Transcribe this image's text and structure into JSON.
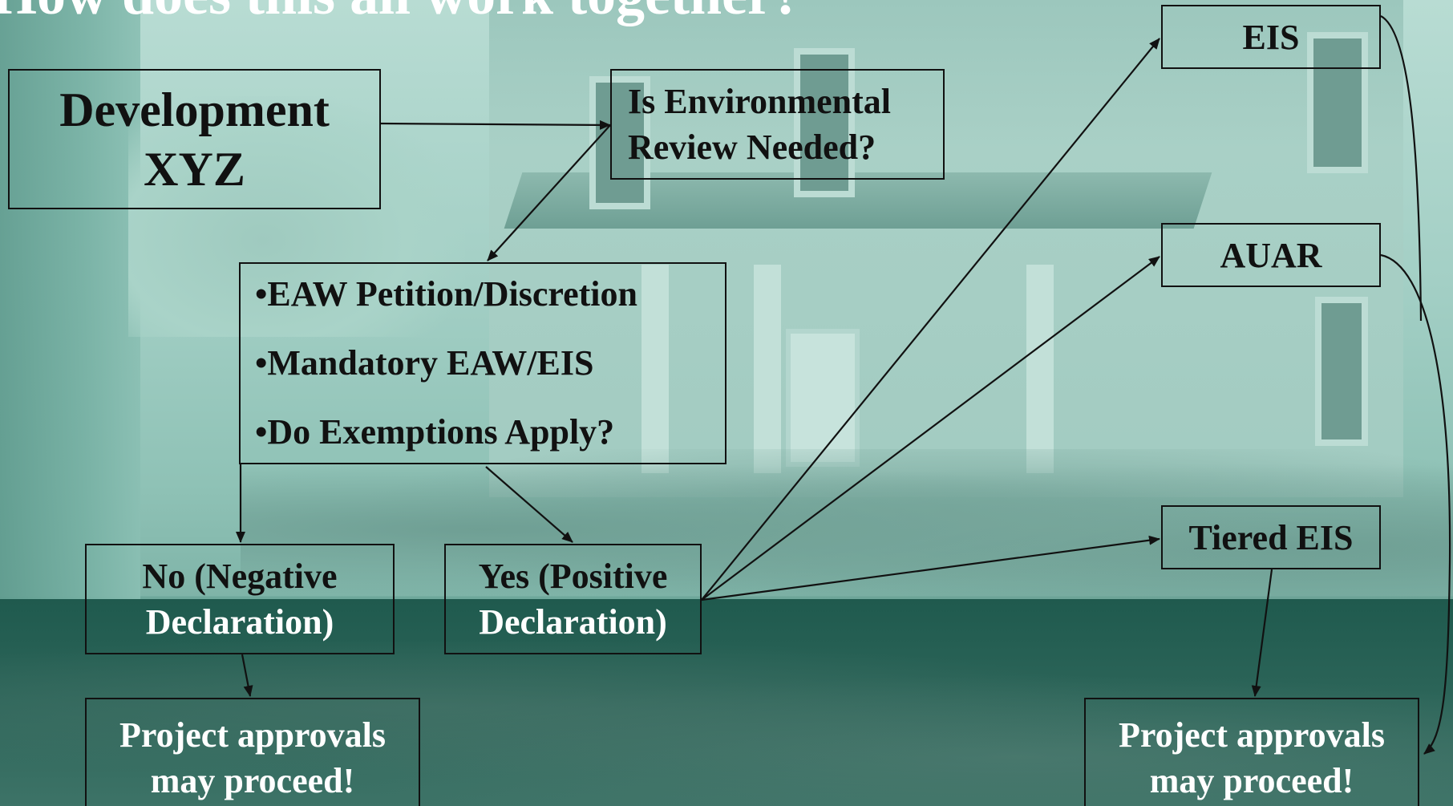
{
  "title": "How does this all work together?",
  "boxes": {
    "development": [
      "Development",
      "XYZ"
    ],
    "review_needed": [
      "Is Environmental",
      "Review Needed?"
    ],
    "screening": [
      "•EAW Petition/Discretion",
      "•Mandatory EAW/EIS",
      "•Do Exemptions Apply?"
    ],
    "negative": [
      "No (Negative",
      "Declaration)"
    ],
    "positive": [
      "Yes (Positive",
      "Declaration)"
    ],
    "eis": "EIS",
    "auar": "AUAR",
    "tiered_eis": "Tiered EIS",
    "approvals_left": [
      "Project approvals",
      "may proceed!"
    ],
    "approvals_right": [
      "Project approvals",
      "may proceed!"
    ]
  },
  "colors": {
    "box_border": "#111111",
    "text_dark": "#111111",
    "text_light": "#ffffff",
    "band": "#1f5a4e"
  }
}
